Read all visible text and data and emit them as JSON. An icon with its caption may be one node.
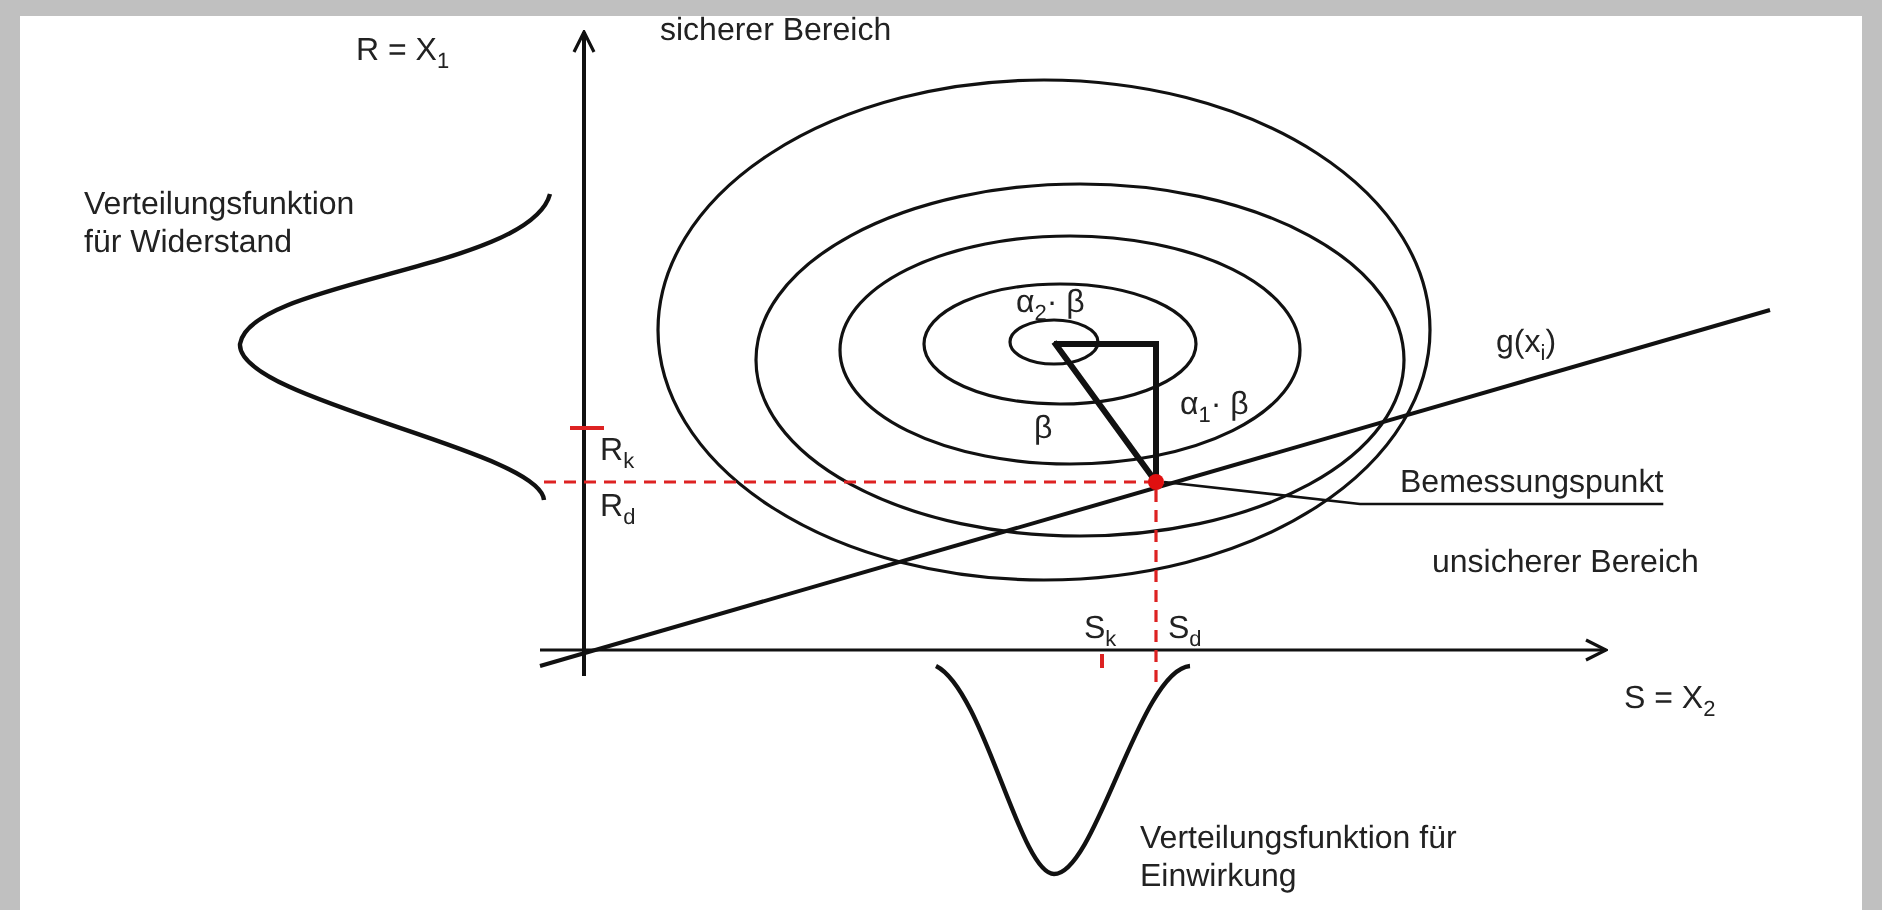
{
  "diagram": {
    "nodes": [
      {
        "text": [
          "Bemessungspunkt"
        ]
      },
      {
        "text": [],
        "shape": "circle"
      }
    ],
    "edges": [
      {
        "from": 0,
        "to": 1,
        "arrow": "none"
      }
    ],
    "labels": [
      "R = X$_{1}$",
      "sicherer Bereich",
      "Verteilungsfunktion für Widerstand",
      "α$_{2}$· β",
      "g(x$_{i}$)",
      "β",
      "α$_{1}$· β",
      "R$_{k}$",
      "R$_{d}$",
      "unsicherer Bereich",
      "S$_{k}$",
      "S$_{d}$",
      "S = X$_{2}$",
      "Verteilungsfunktion für Einwirkung"
    ]
  }
}
